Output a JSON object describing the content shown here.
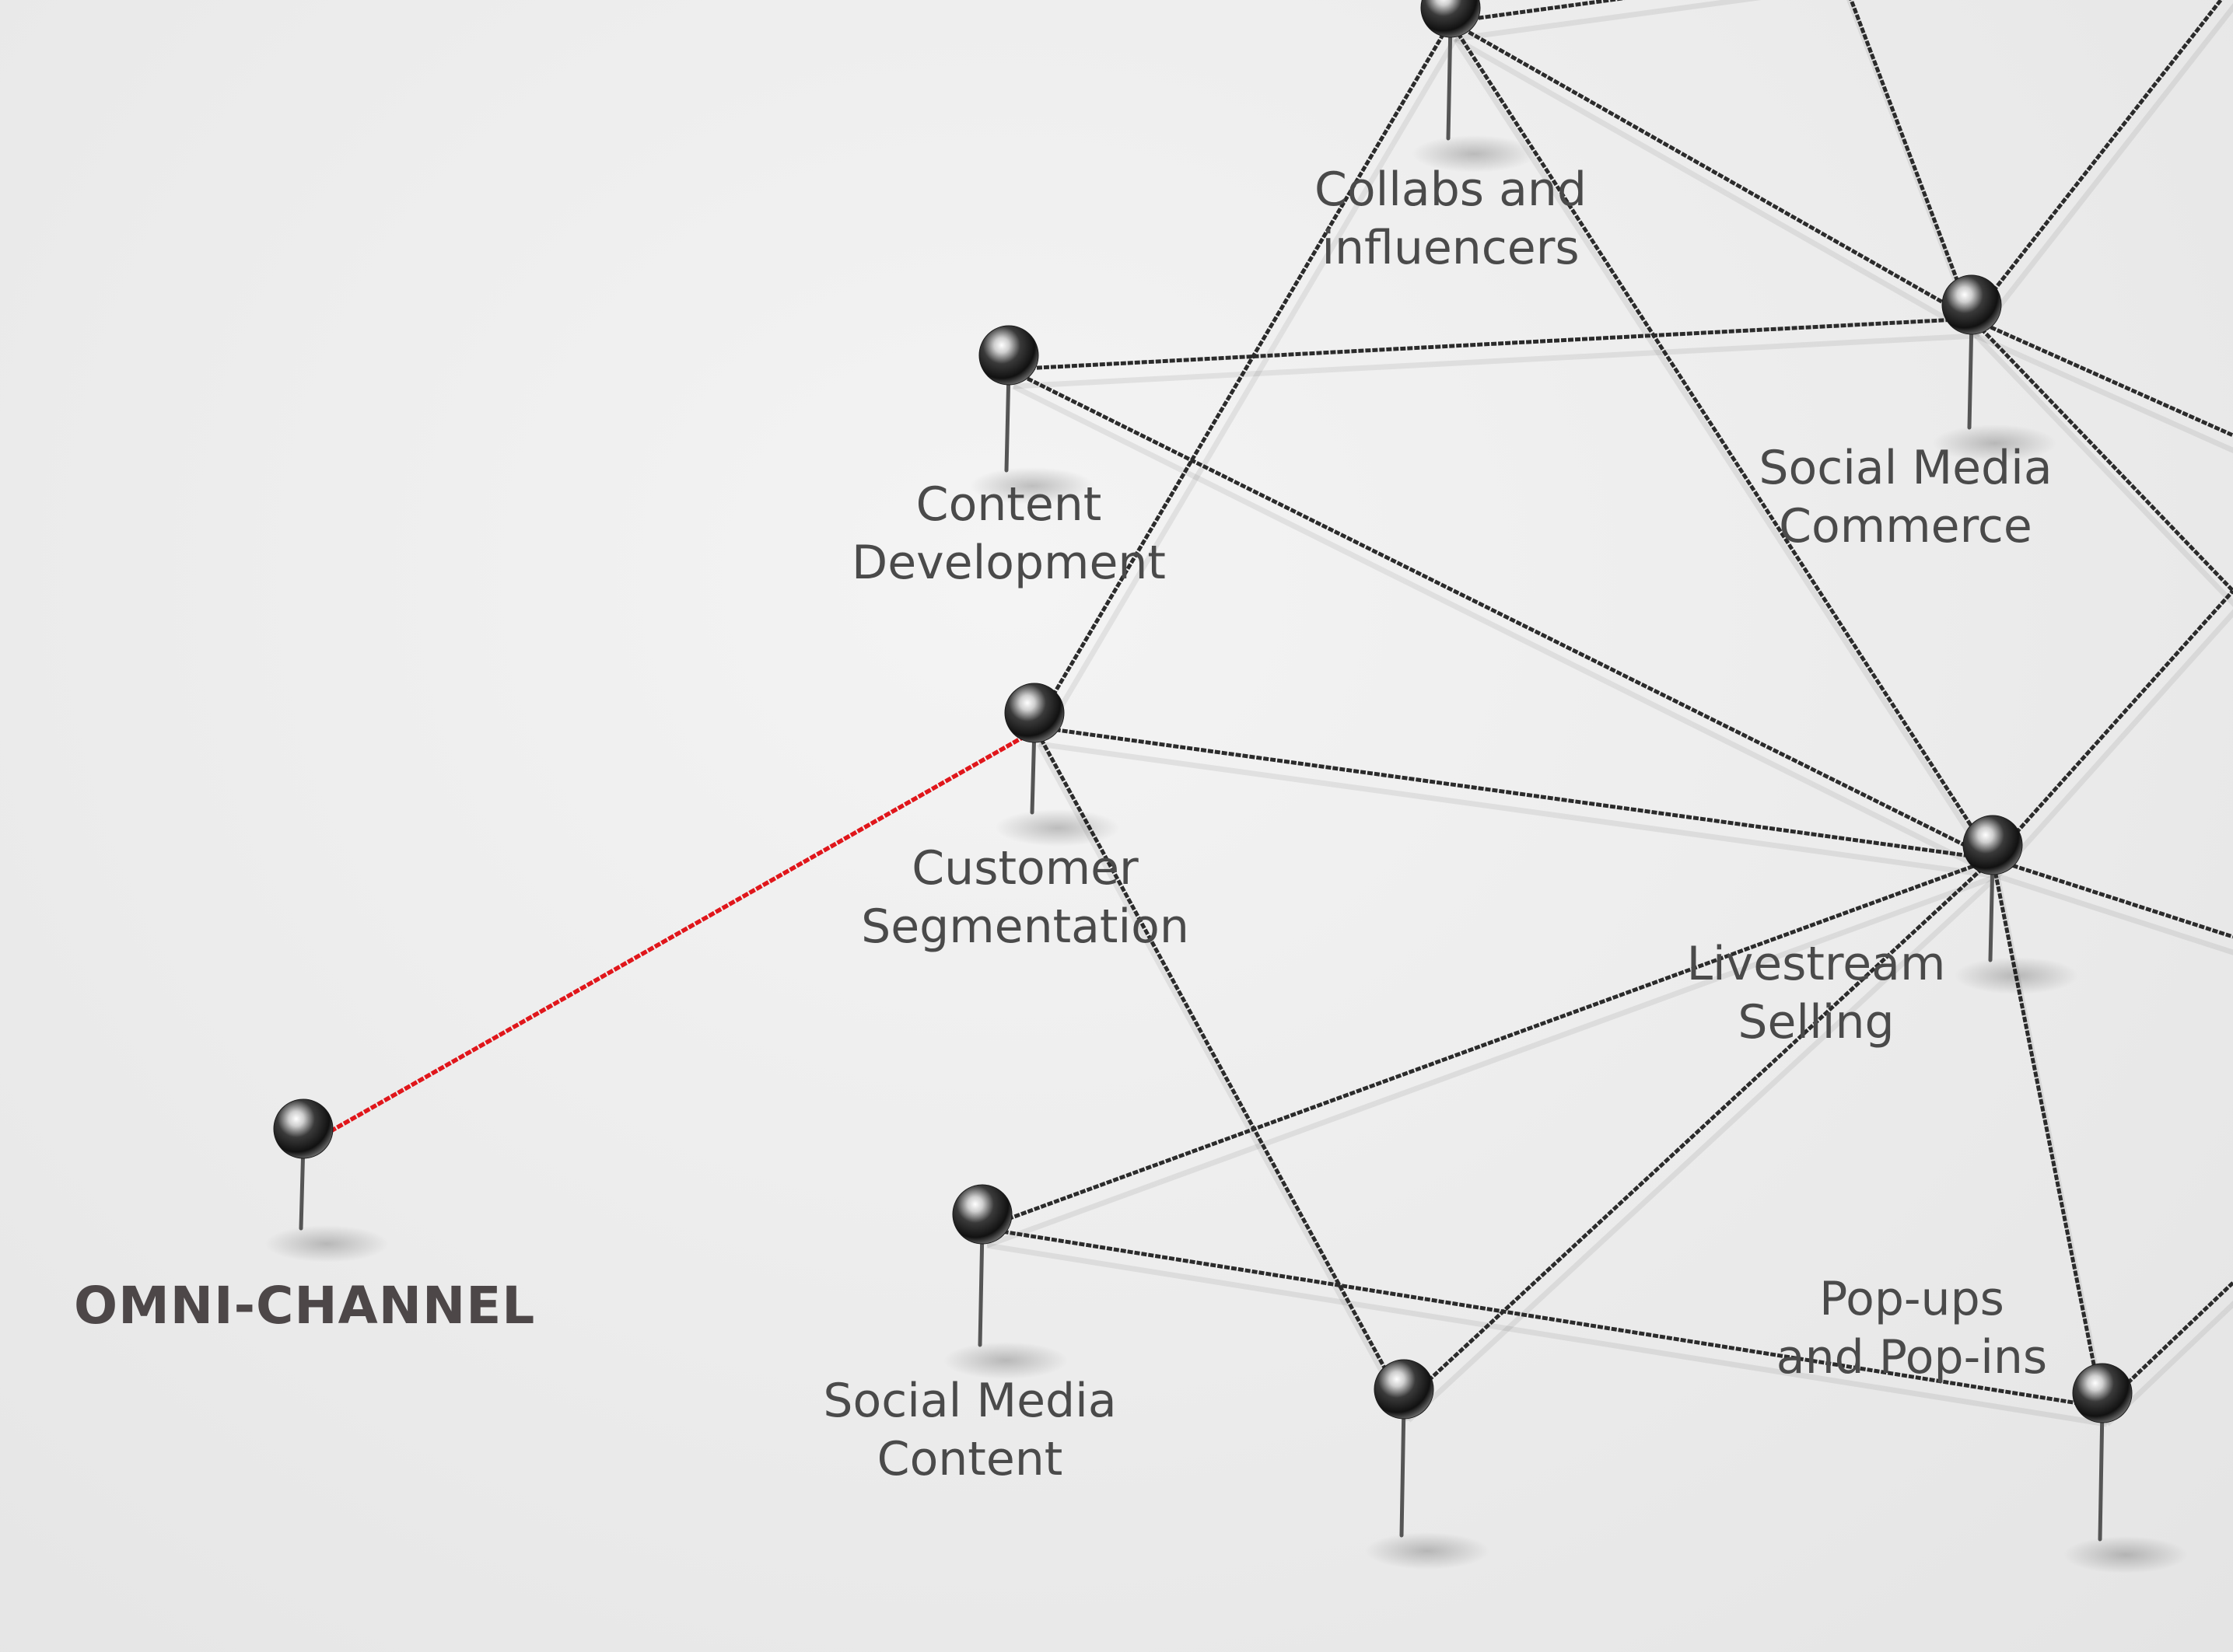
{
  "diagram": {
    "nodes": [
      {
        "id": "omni",
        "label": [
          "OMNI-CHANNEL"
        ],
        "primary": true
      },
      {
        "id": "segmentation",
        "label": [
          "Customer",
          "Segmentation"
        ]
      },
      {
        "id": "content_dev",
        "label": [
          "Content",
          "Development"
        ]
      },
      {
        "id": "collabs",
        "label": [
          "Collabs and",
          "influencers"
        ]
      },
      {
        "id": "commerce",
        "label": [
          "Social Media",
          "Commerce"
        ]
      },
      {
        "id": "livestream",
        "label": [
          "Livestream",
          "Selling"
        ]
      },
      {
        "id": "social_content",
        "label": [
          "Social Media",
          "Content"
        ]
      },
      {
        "id": "popups",
        "label": [
          "Pop-ups",
          "and Pop-ins"
        ]
      }
    ],
    "highlight_edge": [
      "omni",
      "segmentation"
    ],
    "colors": {
      "background": "#ececec",
      "thread": "#2b2b2b",
      "highlight_thread": "#e0161b",
      "label": "#4a4a4a",
      "pin_head": "#1a1a1a"
    }
  }
}
